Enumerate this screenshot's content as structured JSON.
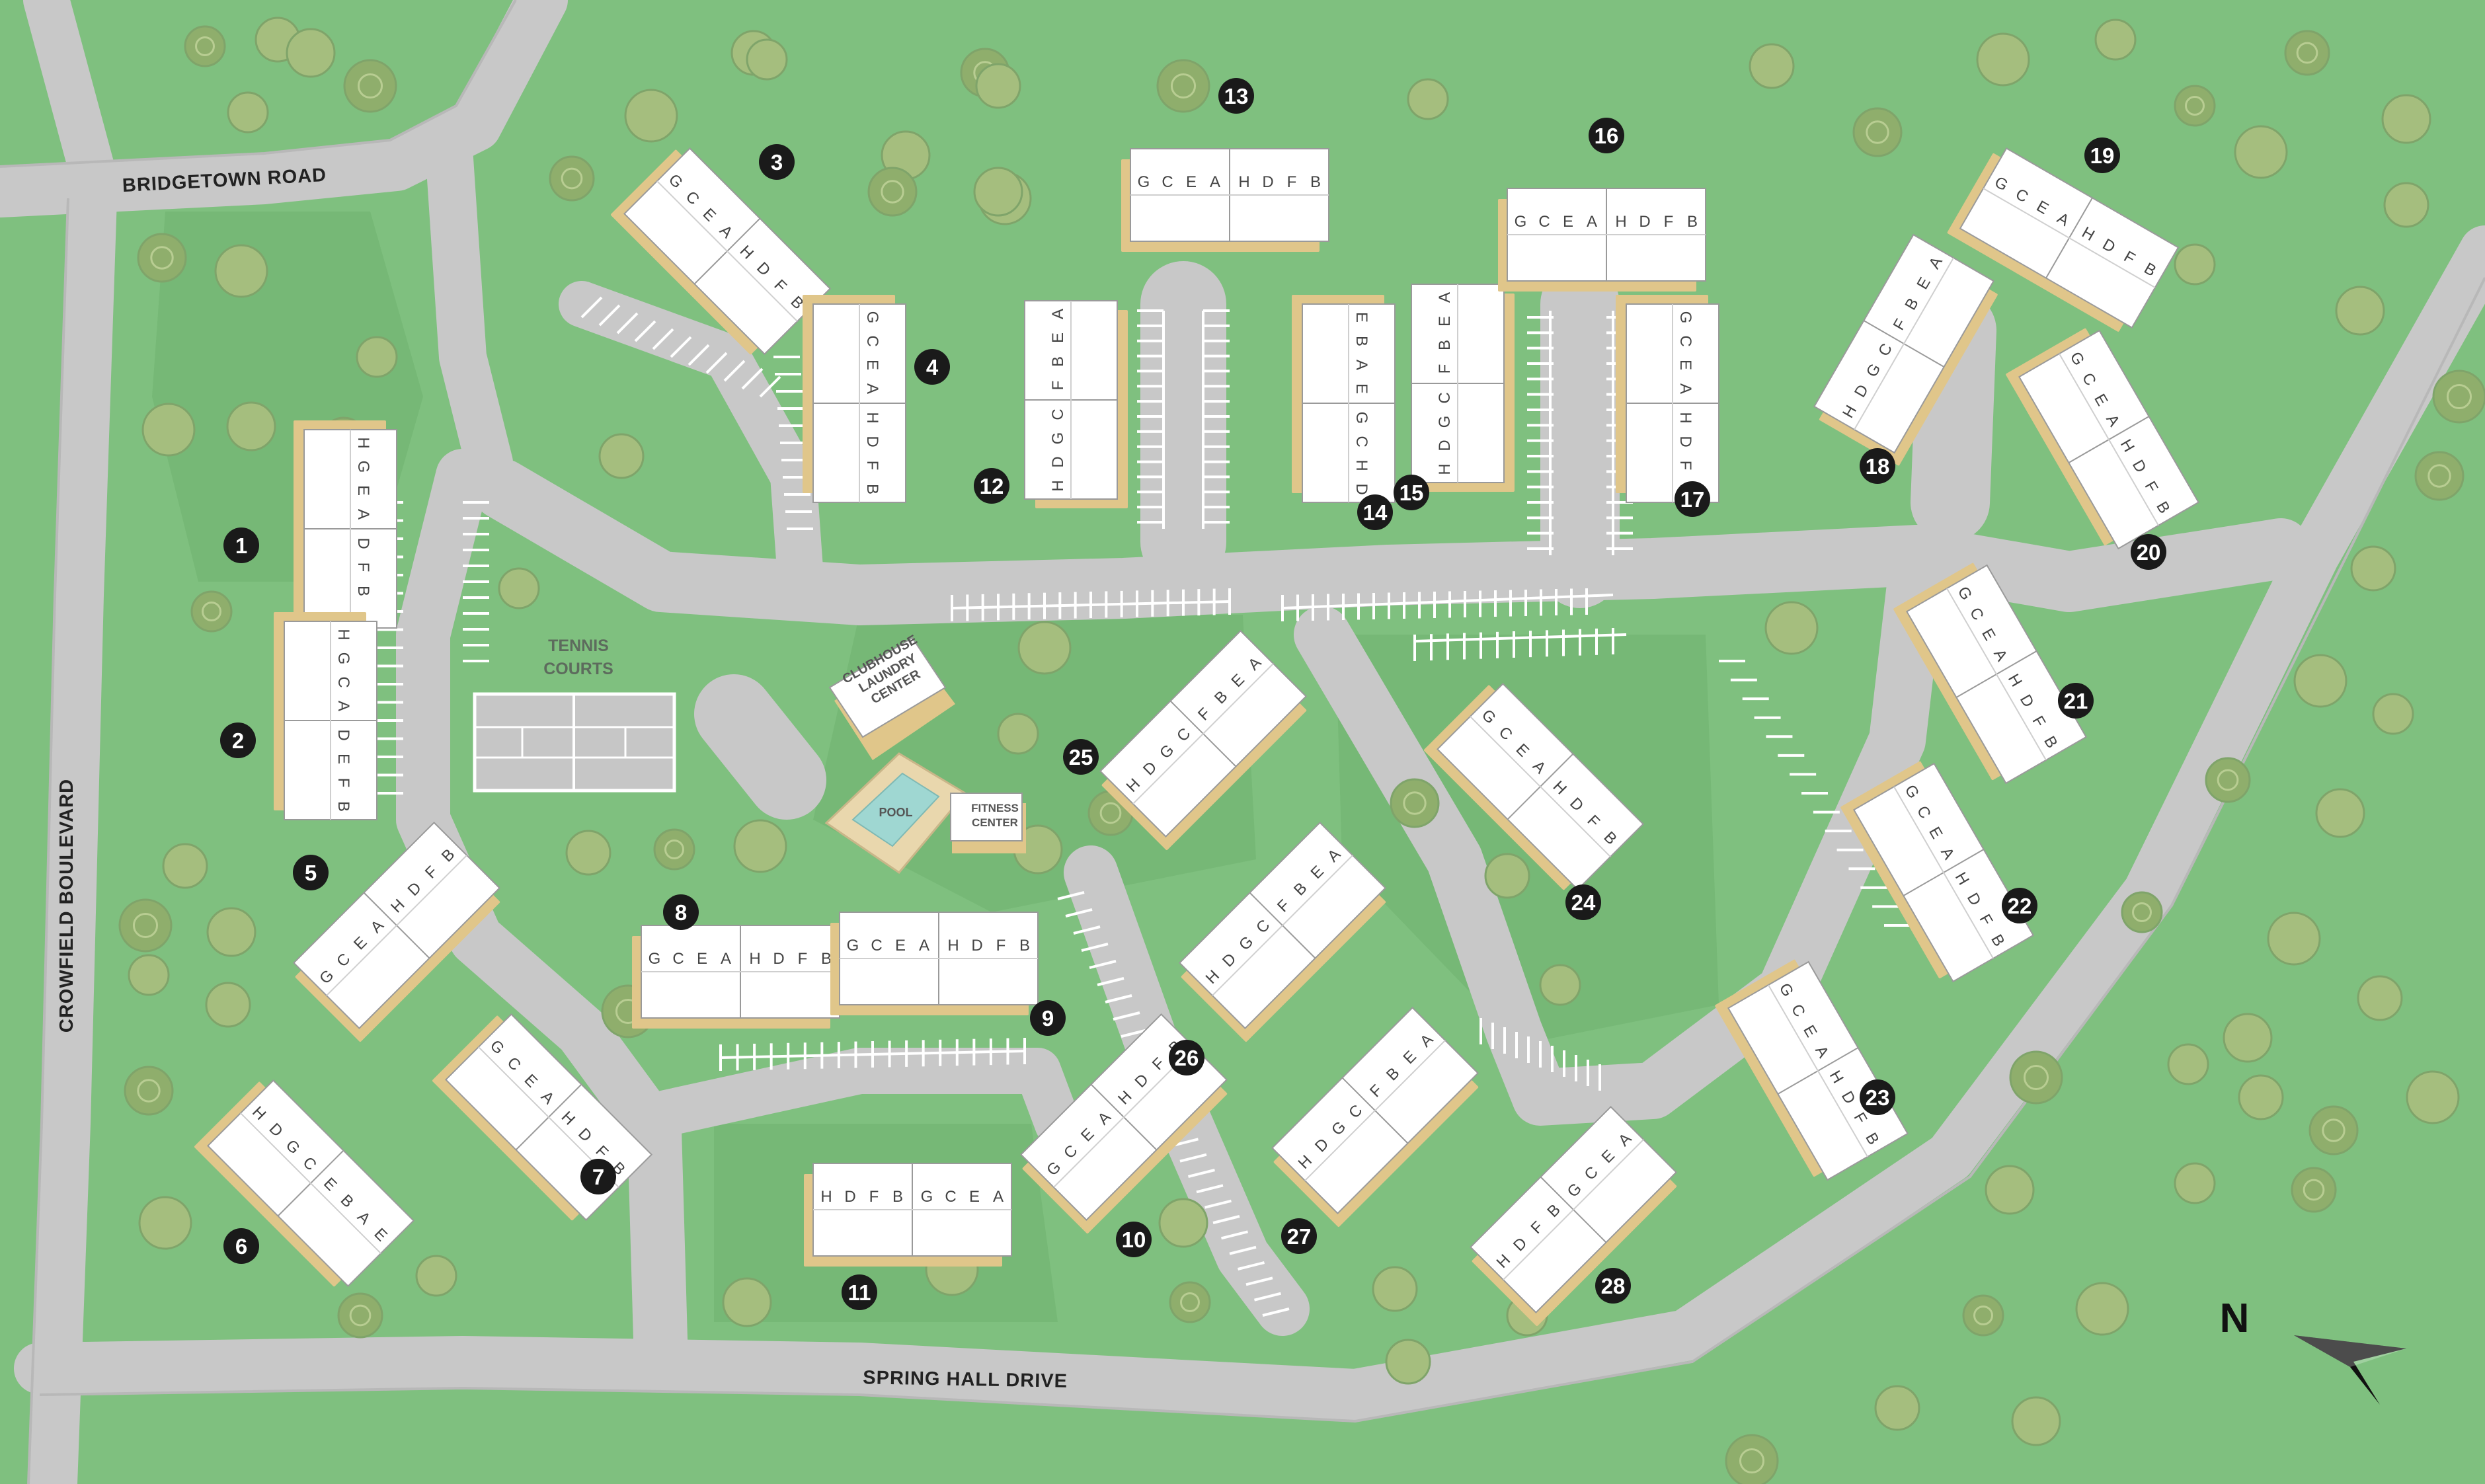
{
  "colors": {
    "grass": "#7fc07f",
    "lawn_edge": "#6db26d",
    "road": "#c8c8c8",
    "road_edge": "#b5b5b5",
    "parking_line": "#ffffff",
    "tree": "#a5be7e",
    "tree_dark": "#8fae6c",
    "building_roof": "#ffffff",
    "building_shadow": "#e0c68a",
    "building_line": "#9a9a9a",
    "badge": "#1a1a1a",
    "badge_text": "#ffffff",
    "court": "#c6c6c6",
    "pool_deck": "#e9d7ad",
    "pool_water": "#9fd7d2",
    "amenity_text": "#5d6b5d"
  },
  "roads": {
    "bridgetown": "BRIDGETOWN ROAD",
    "crowfield": "CROWFIELD BOULEVARD",
    "spring_hall": "SPRING HALL DRIVE"
  },
  "amenities": {
    "tennis_line1": "TENNIS",
    "tennis_line2": "COURTS",
    "clubhouse_line1": "CLUBHOUSE",
    "clubhouse_line2": "LAUNDRY",
    "clubhouse_line3": "CENTER",
    "pool": "POOL",
    "fitness_line1": "FITNESS",
    "fitness_line2": "CENTER"
  },
  "compass": {
    "label": "N",
    "icon": "north-arrow-icon"
  },
  "buildings": [
    {
      "number": "1",
      "left": "HGEA",
      "right": "DFB"
    },
    {
      "number": "2",
      "left": "HGCA",
      "right": "DEFB"
    },
    {
      "number": "3",
      "left": "GCEA",
      "right": "HDFB"
    },
    {
      "number": "4",
      "left": "GCEA",
      "right": "HDFB"
    },
    {
      "number": "5",
      "left": "GCEA",
      "right": "HDFB"
    },
    {
      "number": "6",
      "left": "HDGC",
      "right": "EBAE"
    },
    {
      "number": "7",
      "left": "GCEA",
      "right": "HDFB"
    },
    {
      "number": "8",
      "left": "GCEA",
      "right": "HDFB"
    },
    {
      "number": "9",
      "left": "GCEA",
      "right": "HDFB"
    },
    {
      "number": "10",
      "left": "GCEA",
      "right": "HDFB"
    },
    {
      "number": "11",
      "left": "HDFB",
      "right": "GCEA"
    },
    {
      "number": "12",
      "left": "HDGC",
      "right": "FBEA"
    },
    {
      "number": "13",
      "left": "GCEA",
      "right": "HDFB"
    },
    {
      "number": "14",
      "left": "EBAE",
      "right": "GCHD"
    },
    {
      "number": "15",
      "left": "HDGC",
      "right": "FBEA"
    },
    {
      "number": "16",
      "left": "GCEA",
      "right": "HDFB"
    },
    {
      "number": "17",
      "left": "GCEA",
      "right": "HDFB"
    },
    {
      "number": "18",
      "left": "HDGC",
      "right": "FBEA"
    },
    {
      "number": "19",
      "left": "GCEA",
      "right": "HDFB"
    },
    {
      "number": "20",
      "left": "GCEA",
      "right": "HDFB"
    },
    {
      "number": "21",
      "left": "GCEA",
      "right": "HDFB"
    },
    {
      "number": "22",
      "left": "GCEA",
      "right": "HDFB"
    },
    {
      "number": "23",
      "left": "GCEA",
      "right": "HDFB"
    },
    {
      "number": "24",
      "left": "GCEA",
      "right": "HDFB"
    },
    {
      "number": "25",
      "left": "HDGC",
      "right": "FBEA"
    },
    {
      "number": "26",
      "left": "HDGC",
      "right": "FBEA"
    },
    {
      "number": "27",
      "left": "HDGC",
      "right": "FBEA"
    },
    {
      "number": "28",
      "left": "HDFB",
      "right": "GCEA"
    }
  ]
}
